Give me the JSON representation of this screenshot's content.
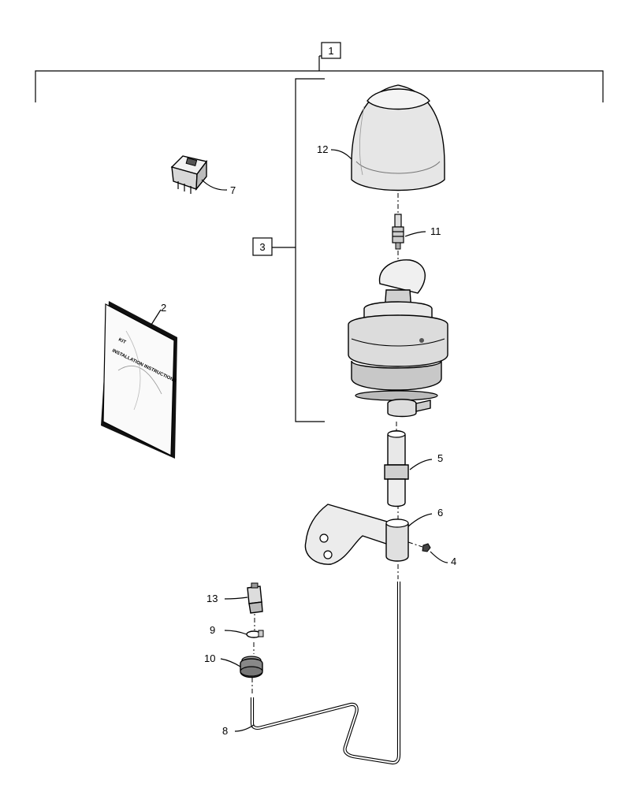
{
  "callouts": {
    "kit": "1",
    "manual": "2",
    "beacon_assembly": "3",
    "nut": "4",
    "mount_pin": "5",
    "bracket": "6",
    "switch": "7",
    "harness": "8",
    "clip": "9",
    "grommet": "10",
    "bulb": "11",
    "lens": "12",
    "connector": "13"
  },
  "manual_cover": {
    "line1": "KIT",
    "line2": "INSTALLATION INSTRUCTIONS"
  }
}
